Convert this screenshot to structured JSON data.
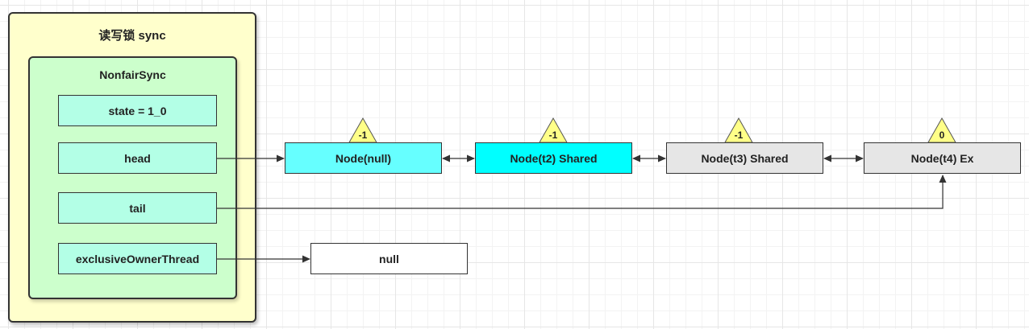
{
  "read_write_lock": {
    "title": "读写锁 sync",
    "sync": {
      "title": "NonfairSync",
      "fields": {
        "state": "state = 1_0",
        "head": "head",
        "tail": "tail",
        "exclusive_owner": "exclusiveOwnerThread"
      }
    }
  },
  "queue": {
    "nodes": [
      {
        "label": "Node(null)",
        "wait_status": "-1",
        "color": "#66ffff"
      },
      {
        "label": "Node(t2) Shared",
        "wait_status": "-1",
        "color": "#00ffff"
      },
      {
        "label": "Node(t3) Shared",
        "wait_status": "-1",
        "color": "#e6e6e6"
      },
      {
        "label": "Node(t4) Ex",
        "wait_status": "0",
        "color": "#e6e6e6"
      }
    ]
  },
  "owner_target": {
    "label": "null"
  },
  "colors": {
    "outer_fill": "#ffffcc",
    "inner_fill": "#ccffcc",
    "field_fill": "#b3ffe6",
    "triangle_fill": "#ffff88"
  }
}
